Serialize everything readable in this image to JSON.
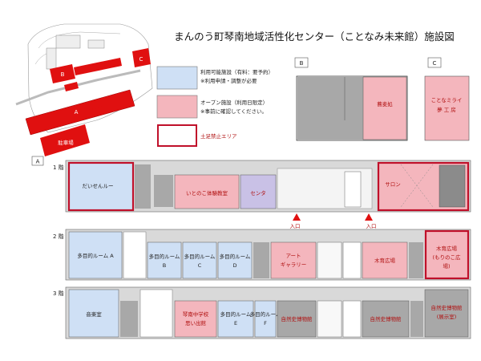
{
  "title": "まんのう町琴南地域活性化センター（ことなみ未来館）施設図",
  "colors": {
    "available": "#cfe0f5",
    "open": "#f4b6bd",
    "no_shoes_border": "#c0102a",
    "site_red": "#e01010",
    "gray_room": "#a8a8a8",
    "wall": "#d9d9d9"
  },
  "legend": {
    "available_line1": "利用可能施設（有料：要予約）",
    "available_line2": "※利用申請・調整が必要",
    "open_line1": "オープン施設（利用日限定）",
    "open_line2": "※事前に確認してください。",
    "no_shoes": "土足禁止エリア"
  },
  "site_map": {
    "labels": {
      "a": "A",
      "b": "B",
      "c": "C",
      "parking": "駐車場"
    }
  },
  "building_b": {
    "label": "B",
    "room": "蕎麦処"
  },
  "building_c": {
    "label": "C",
    "room_line1": "ことなミライ",
    "room_line2": "夢 工 房"
  },
  "building_a": {
    "label": "A",
    "floor1": {
      "label": "1 階",
      "rooms": {
        "daisen": "だいせんルー",
        "itotoko": "いとのこ体験教室",
        "center": "センタ",
        "salon": "サロン"
      },
      "entrance1": "入口",
      "entrance2": "入口"
    },
    "floor2": {
      "label": "2 階",
      "rooms": {
        "mr_a": "多目的ルーム A",
        "mr_b_line1": "多目的ルーム",
        "mr_b_line2": "B",
        "mr_c_line1": "多目的ルーム",
        "mr_c_line2": "C",
        "mr_d_line1": "多目的ルーム",
        "mr_d_line2": "D",
        "art_line1": "アート",
        "art_line2": "ギャラリー",
        "mokuiku": "木育広場",
        "mokuiku2_line1": "木育広場",
        "mokuiku2_line2": "(もりのこ広",
        "mokuiku2_line3": "場)"
      }
    },
    "floor3": {
      "label": "3 階",
      "rooms": {
        "music": "音楽室",
        "school_line1": "琴南中学校",
        "school_line2": "思い出館",
        "mr_e_line1": "多目的ルーム",
        "mr_e_line2": "E",
        "mr_f_line1": "多目的ルーム",
        "mr_f_line2": "F",
        "museum1": "自然史博物館",
        "museum2": "自然史博物館",
        "museum3_line1": "自然史博物館",
        "museum3_line2": "(展示室)"
      }
    }
  }
}
